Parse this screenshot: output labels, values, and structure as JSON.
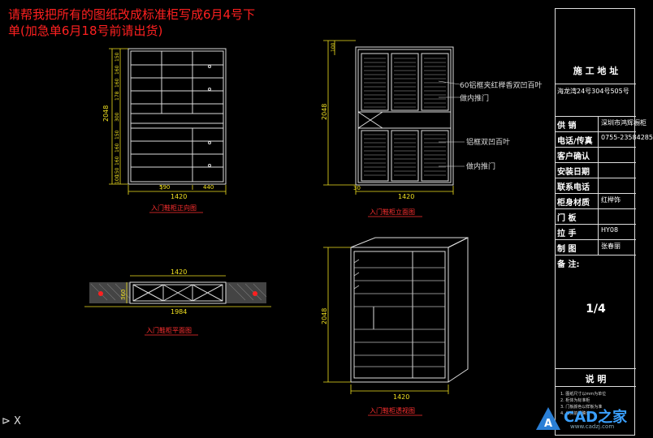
{
  "note": {
    "line1": "请帮我把所有的图纸改成标准柜写成6月4号下",
    "line2": "单(加急单6月18号前请出货)"
  },
  "views": {
    "front": {
      "caption": "入门鞋柜正向图",
      "height_dim": "2048",
      "width_dim": "1420",
      "sub_dims": [
        "590",
        "440"
      ],
      "left_side_dims": [
        "150",
        "160",
        "160",
        "178",
        "300",
        "150",
        "160",
        "160",
        "150",
        "100"
      ]
    },
    "elevation": {
      "caption": "入门鞋柜立面图",
      "height_dim": "2048",
      "top_dim": "100",
      "width_dim": "1420",
      "side_dim": "30",
      "callouts": [
        "60铝框夹红榉香双凹百叶",
        "做内推门",
        "铝框双凹百叶",
        "做内推门"
      ]
    },
    "plan": {
      "caption": "入门鞋柜平面图",
      "top_dim": "1420",
      "bottom_dim": "1984",
      "depth_dim": "360"
    },
    "perspective": {
      "caption": "入门鞋柜透视图",
      "height_dim": "2048",
      "width_dim": "1420"
    }
  },
  "title_block": {
    "header": "施 工 地 址",
    "address": "海龙湾24号304号505号",
    "rows": [
      {
        "label": "供    销",
        "value": "深圳市鸿辉橱柜"
      },
      {
        "label": "电话/传真",
        "value": "0755-23584285"
      },
      {
        "label": "客户确认",
        "value": ""
      },
      {
        "label": "安装日期",
        "value": ""
      },
      {
        "label": "联系电话",
        "value": ""
      },
      {
        "label": "柜身材质",
        "value": "红榉饰"
      },
      {
        "label": "门    板",
        "value": ""
      },
      {
        "label": "拉    手",
        "value": "HY08"
      },
      {
        "label": "制    图",
        "value": "张春丽"
      }
    ],
    "remark_label": "备    注:",
    "page": "1/4",
    "notes_title": "说    明",
    "notes": [
      "1. 图纸尺寸以mm为单位",
      "2. 柜体为标准柜",
      "3. 门板颜色以样板为准",
      "4. 出货前请确认"
    ]
  },
  "watermark": {
    "text": "CAD之家",
    "url": "www.cadzj.com"
  },
  "command_line": "⊳  X"
}
